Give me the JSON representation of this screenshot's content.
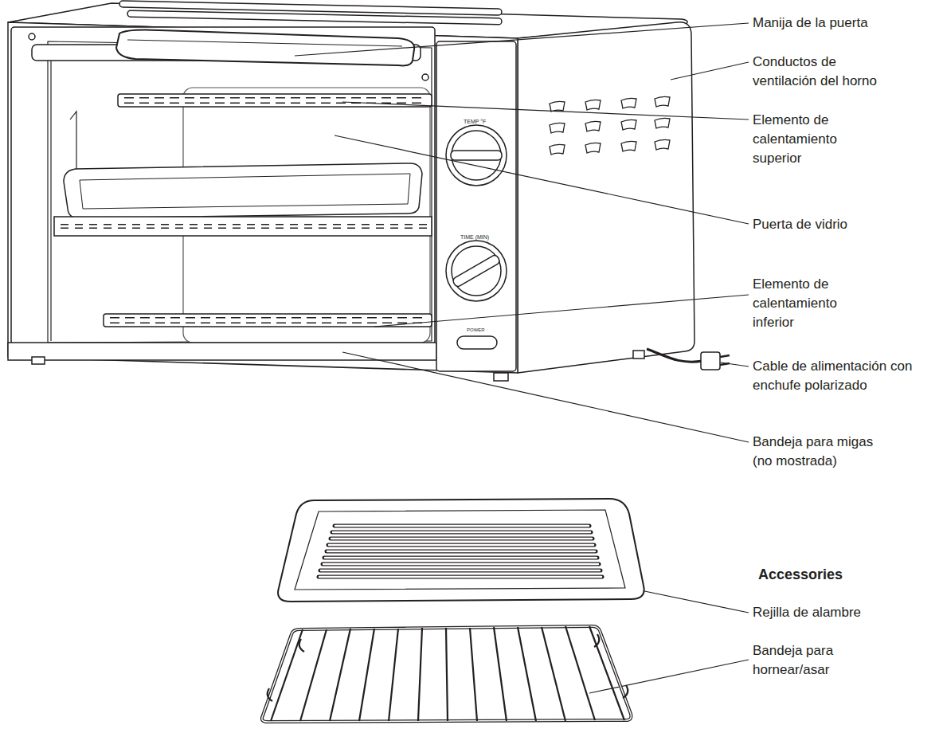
{
  "diagram": {
    "labels": [
      "Manija de la puerta",
      "Conductos de ventilación del horno",
      "Elemento de calentamiento superior",
      "Puerta de vidrio",
      "Elemento de calentamiento inferior",
      "Cable de alimentación con enchufe polarizado",
      "Bandeja para migas (no mostrada)",
      "Accessories",
      "Rejilla de alambre",
      "Bandeja para hornear/asar",
      "TEMP °F",
      "TIME (MIN)",
      "POWER"
    ]
  }
}
